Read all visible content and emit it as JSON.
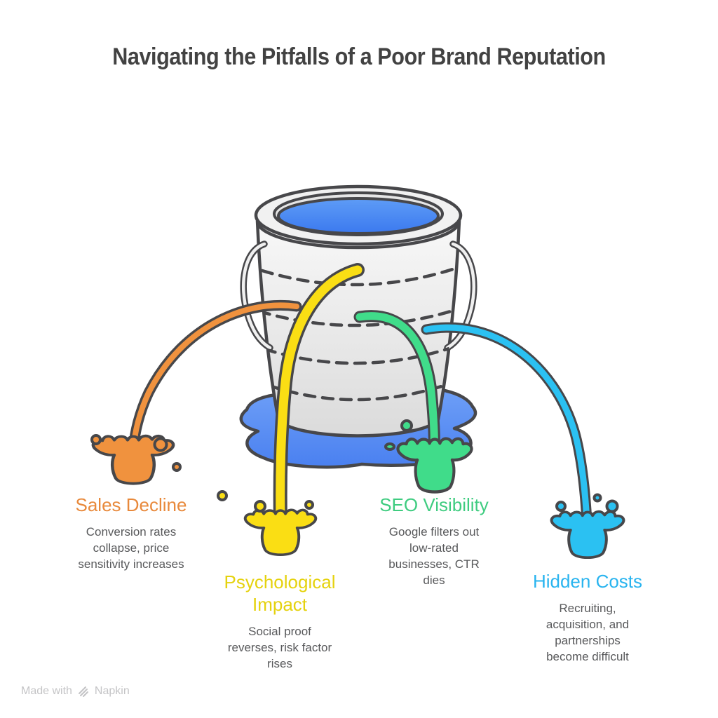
{
  "title": "Navigating the Pitfalls of a Poor Brand Reputation",
  "items": [
    {
      "id": "sales-decline",
      "label": "Sales Decline",
      "description": "Conversion rates\ncollapse, price\nsensitivity increases",
      "color": "#E8893B"
    },
    {
      "id": "psychological-impact",
      "label": "Psychological Impact",
      "description": "Social proof\nreverses, risk factor\nrises",
      "color": "#E5D20E"
    },
    {
      "id": "seo-visibility",
      "label": "SEO Visibility",
      "description": "Google filters out\nlow-rated\nbusinesses, CTR\ndies",
      "color": "#3FCC80"
    },
    {
      "id": "hidden-costs",
      "label": "Hidden Costs",
      "description": "Recruiting,\nacquisition, and\npartnerships\nbecome difficult",
      "color": "#29B4EF"
    }
  ],
  "footer": {
    "made_with": "Made with",
    "brand": "Napkin"
  },
  "colors": {
    "background": "#FFFFFF",
    "title_text": "#424242",
    "body_text": "#58595B",
    "watermark": "#C4C4C6",
    "outline": "#47474A",
    "orange": "#F0923E",
    "orange_heading": "#E8893B",
    "yellow": "#FADE14",
    "yellow_heading": "#E5D20E",
    "green": "#40DC8A",
    "green_heading": "#3FCC80",
    "blue": "#2BC1F2",
    "blue_heading": "#29B4EF",
    "water_top": "#5E9CF6",
    "water_bottom": "#3B79EF",
    "puddle_top": "#6FA0F7",
    "puddle_bottom": "#4A80F0",
    "bucket_light": "#F7F7F7",
    "bucket_dark": "#DBDBDB"
  }
}
